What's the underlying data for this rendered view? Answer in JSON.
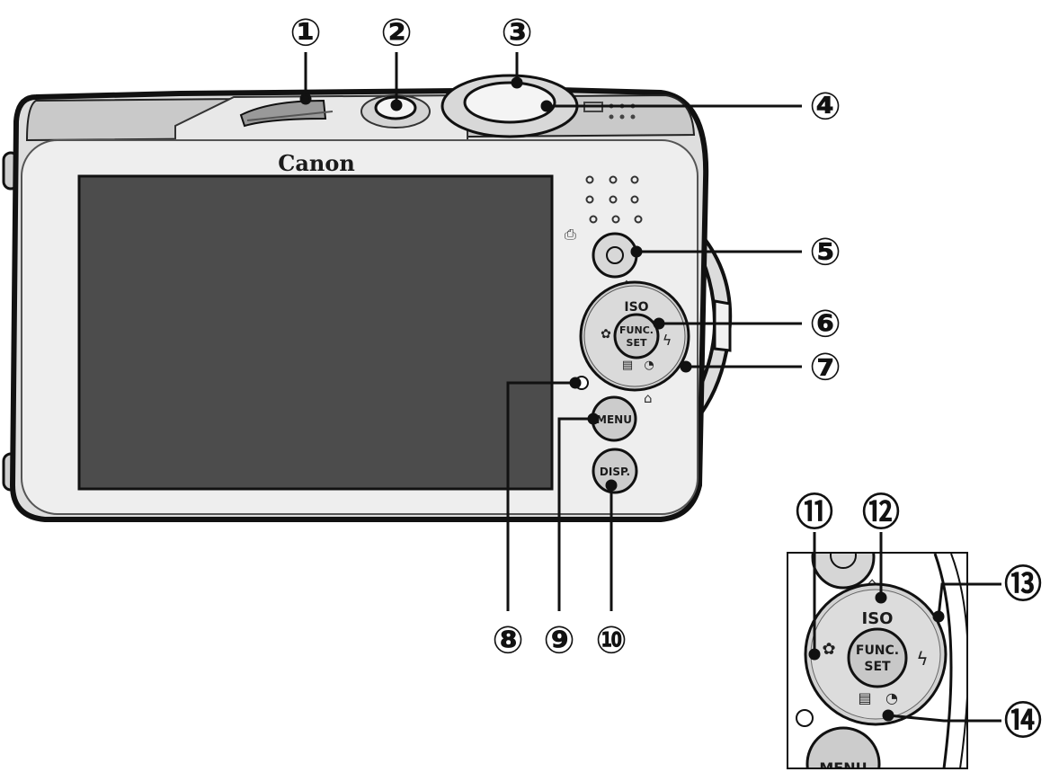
{
  "camera": {
    "brand": "Canon",
    "buttons": {
      "iso": "ISO",
      "func": "FUNC.",
      "set": "SET",
      "menu": "MENU",
      "disp": "DISP."
    }
  },
  "inset": {
    "iso": "ISO",
    "func": "FUNC.",
    "set": "SET",
    "menu_partial": "MENU"
  },
  "callouts": {
    "c1": "①",
    "c2": "②",
    "c3": "③",
    "c4": "④",
    "c5": "⑤",
    "c6": "⑥",
    "c7": "⑦",
    "c8": "⑧",
    "c9": "⑨",
    "c10": "⑩",
    "c11": "⑪",
    "c12": "⑫",
    "c13": "⑬",
    "c14": "⑭"
  }
}
